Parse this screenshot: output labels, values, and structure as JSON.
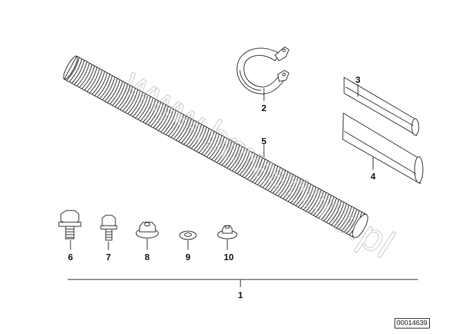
{
  "watermark": "www.bmwstore.pl",
  "labels": {
    "p1": "1",
    "p2": "2",
    "p3": "3",
    "p4": "4",
    "p5": "5",
    "p6": "6",
    "p7": "7",
    "p8": "8",
    "p9": "9",
    "p10": "10"
  },
  "diagram_ref": "00014639",
  "colors": {
    "line": "#222222",
    "watermark": "#bbbbbb"
  }
}
